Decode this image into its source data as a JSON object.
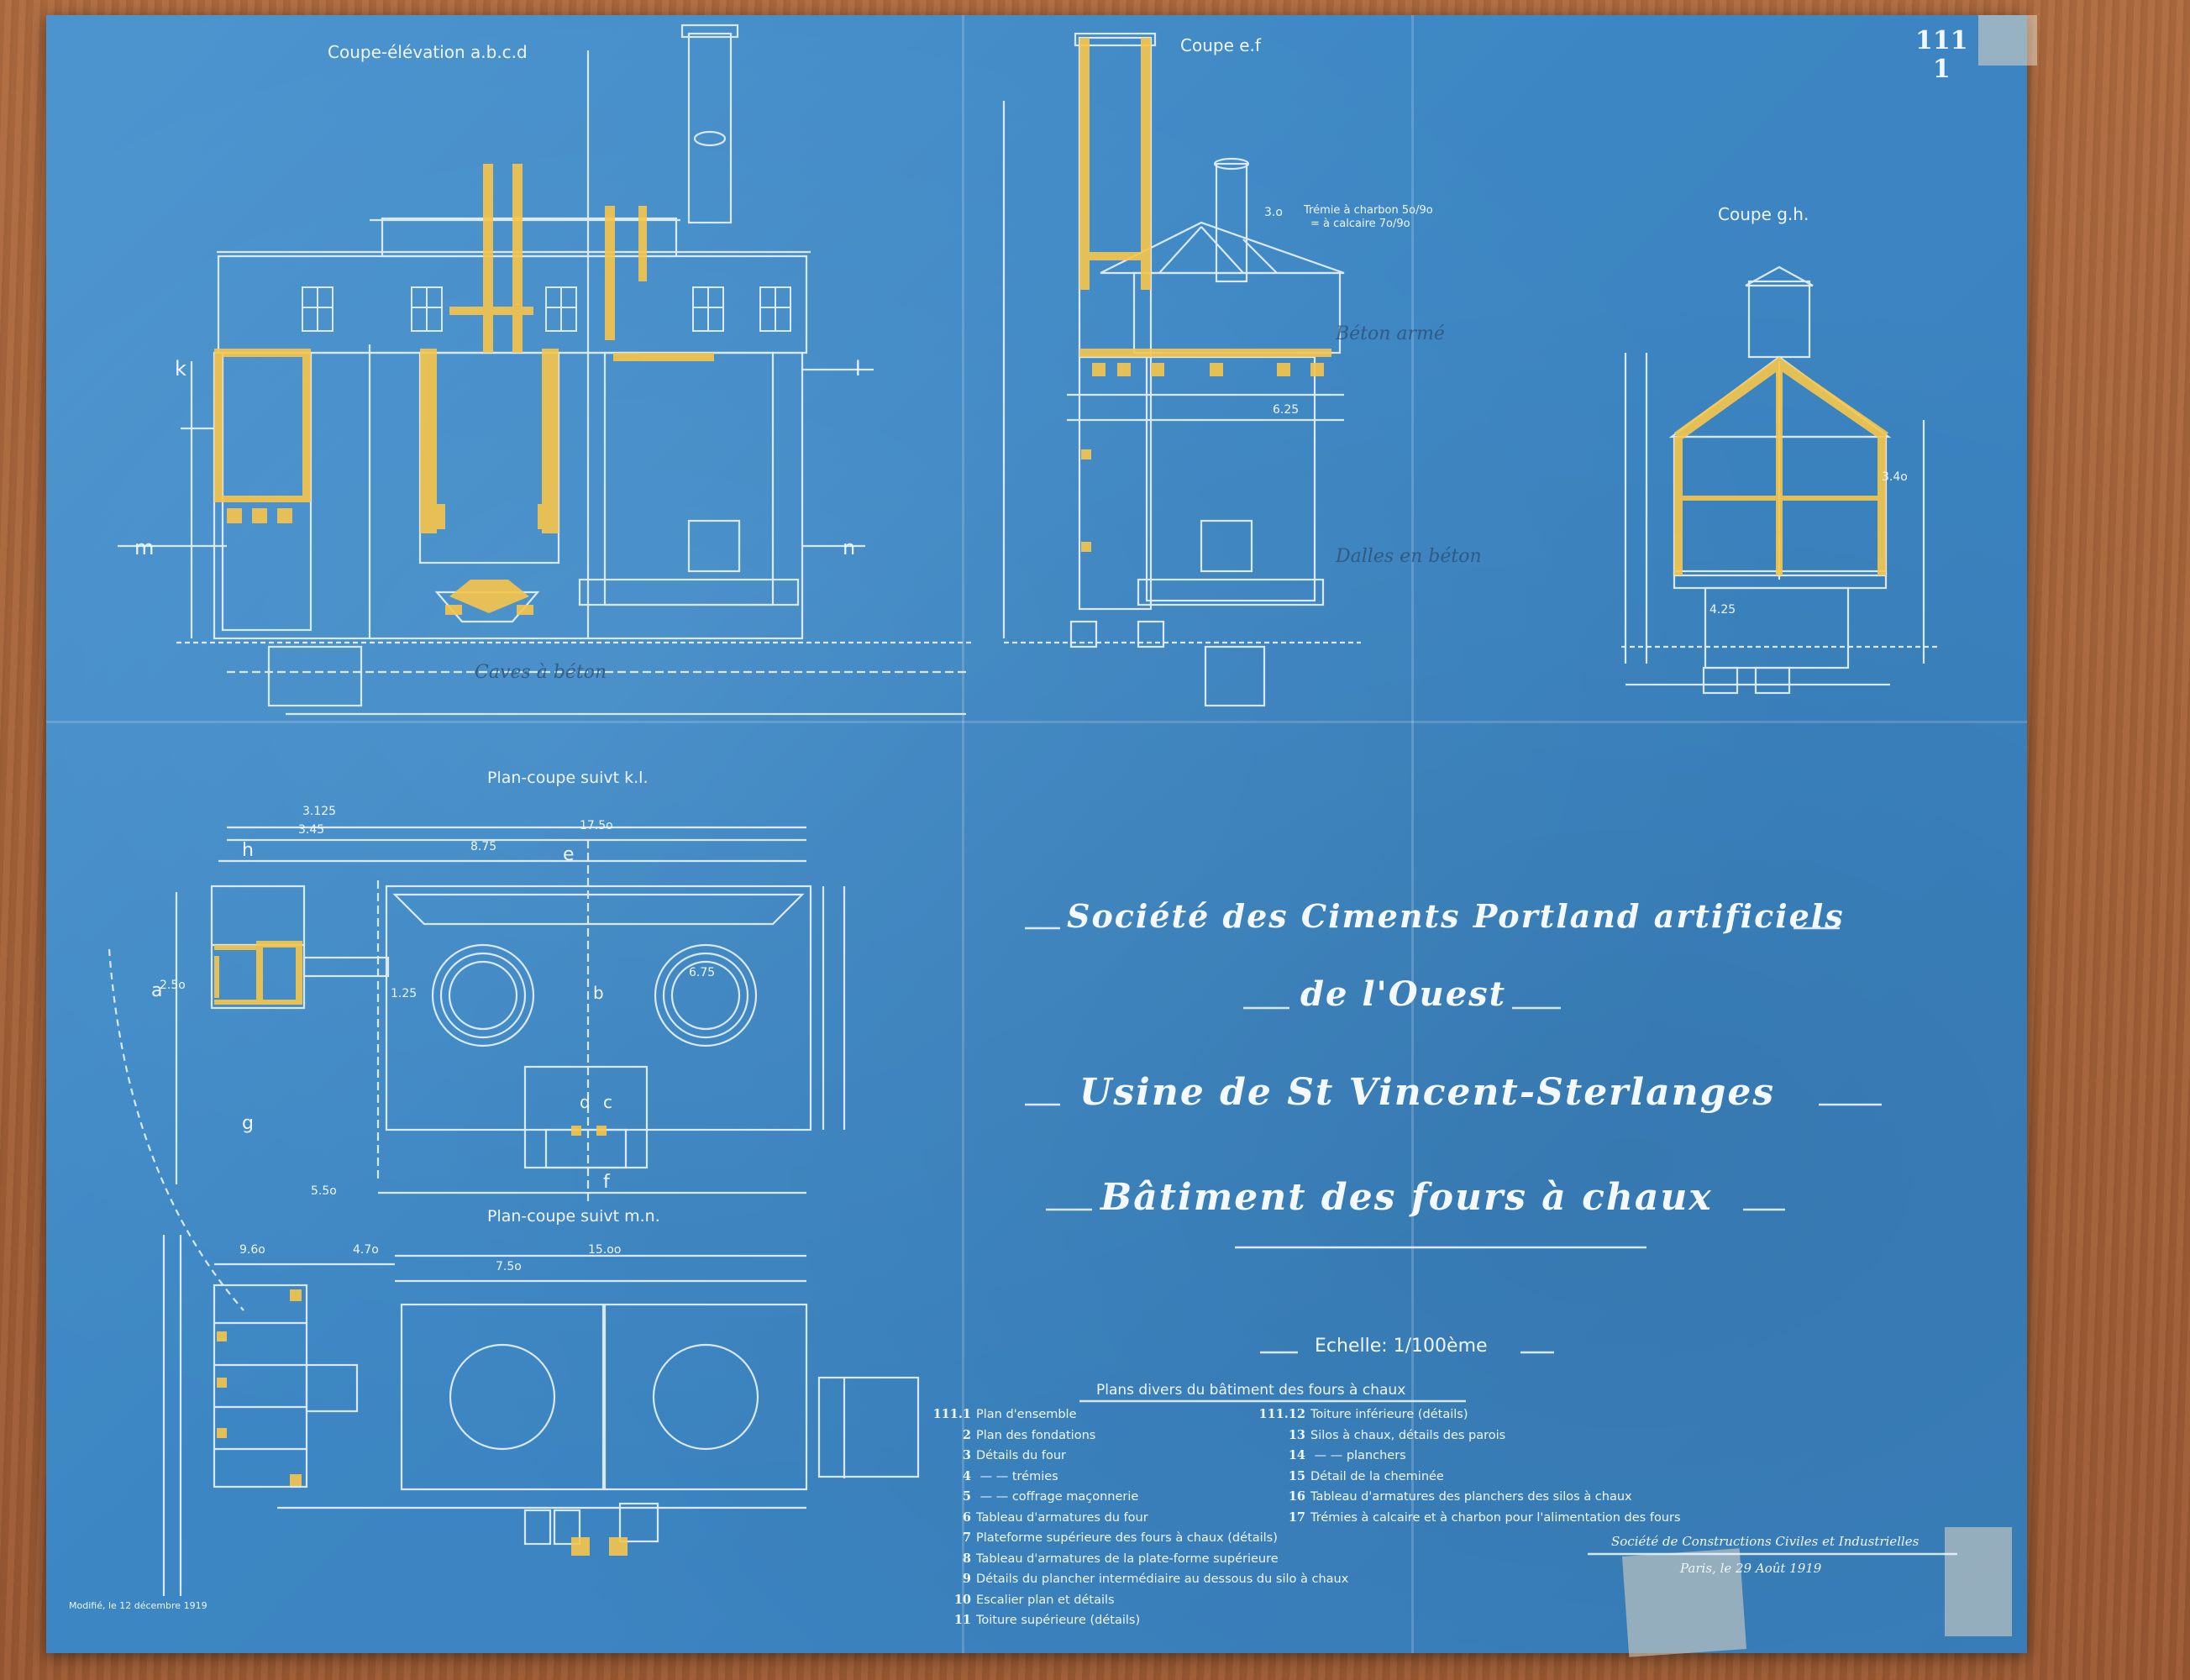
{
  "sheet_number": {
    "line1": "111",
    "line2": "1"
  },
  "views": {
    "coupe_abcd": "Coupe-élévation a.b.c.d",
    "coupe_ef": "Coupe e.f",
    "coupe_gh": "Coupe g.h.",
    "plan_kl": "Plan-coupe suivt k.l.",
    "plan_mn": "Plan-coupe suivt m.n."
  },
  "section_markers": {
    "k": "k",
    "l": "l",
    "m": "m",
    "n": "n",
    "e": "e",
    "a": "a",
    "b": "b",
    "c": "c",
    "d": "d",
    "g": "g",
    "h": "h",
    "f": "f"
  },
  "hopper_note": {
    "line1": "Trémie à charbon 5o/9o",
    "line2": "= à calcaire 7o/9o"
  },
  "pencil_notes": {
    "n1": "Caves à béton",
    "n2": "Béton armé",
    "n3": "Dalles en béton"
  },
  "dimensions": {
    "d1": "6.25",
    "d2": "4.25",
    "d3": "3.125",
    "d4": "8.75",
    "d5": "17.5o",
    "d6": "5.5o",
    "d7": "15.oo",
    "d8": "7.5o",
    "d9": "3.45",
    "d10": "4.7o",
    "d11": "9.6o",
    "d12": "2.5o",
    "d13": "6.75",
    "d14": "1.25",
    "d15": "3.4o",
    "d16": "3.o"
  },
  "title_block": {
    "line1": "Société des Ciments Portland artificiels",
    "line2": "de l'Ouest",
    "line3": "Usine de St Vincent-Sterlanges",
    "line4": "Bâtiment des fours à chaux"
  },
  "scale": "Echelle: 1/100ème",
  "legend": {
    "title": "Plans divers du bâtiment des fours à chaux",
    "left": [
      {
        "num": "111.1",
        "text": "Plan d'ensemble"
      },
      {
        "num": "2",
        "text": "Plan des fondations"
      },
      {
        "num": "3",
        "text": "Détails du four"
      },
      {
        "num": "4",
        "text": "  —      —     trémies"
      },
      {
        "num": "5",
        "text": "  —      —     coffrage maçonnerie"
      },
      {
        "num": "6",
        "text": "Tableau d'armatures du four"
      },
      {
        "num": "7",
        "text": "Plateforme supérieure des fours à chaux (détails)"
      },
      {
        "num": "8",
        "text": "Tableau d'armatures de la plate-forme supérieure"
      },
      {
        "num": "9",
        "text": "Détails du plancher intermédiaire au dessous du silo à chaux"
      },
      {
        "num": "10",
        "text": "Escalier plan et détails"
      },
      {
        "num": "11",
        "text": "Toiture supérieure (détails)"
      }
    ],
    "right": [
      {
        "num": "111.12",
        "text": "Toiture inférieure (détails)"
      },
      {
        "num": "13",
        "text": "Silos à chaux, détails des parois"
      },
      {
        "num": "14",
        "text": "  —      —     planchers"
      },
      {
        "num": "15",
        "text": "Détail de la cheminée"
      },
      {
        "num": "16",
        "text": "Tableau d'armatures des planchers des silos à chaux"
      },
      {
        "num": "17",
        "text": "Trémies à calcaire et à charbon pour l'alimentation des fours"
      }
    ]
  },
  "company": "Société de Constructions Civiles et Industrielles",
  "date": "Paris, le 29 Août 1919",
  "modified": "Modifié, le 12 décembre 1919",
  "colors": {
    "paper": "#3f8ac6",
    "line": "#eef6ff",
    "highlight": "#f7c64a",
    "wood": "#a8643a"
  }
}
